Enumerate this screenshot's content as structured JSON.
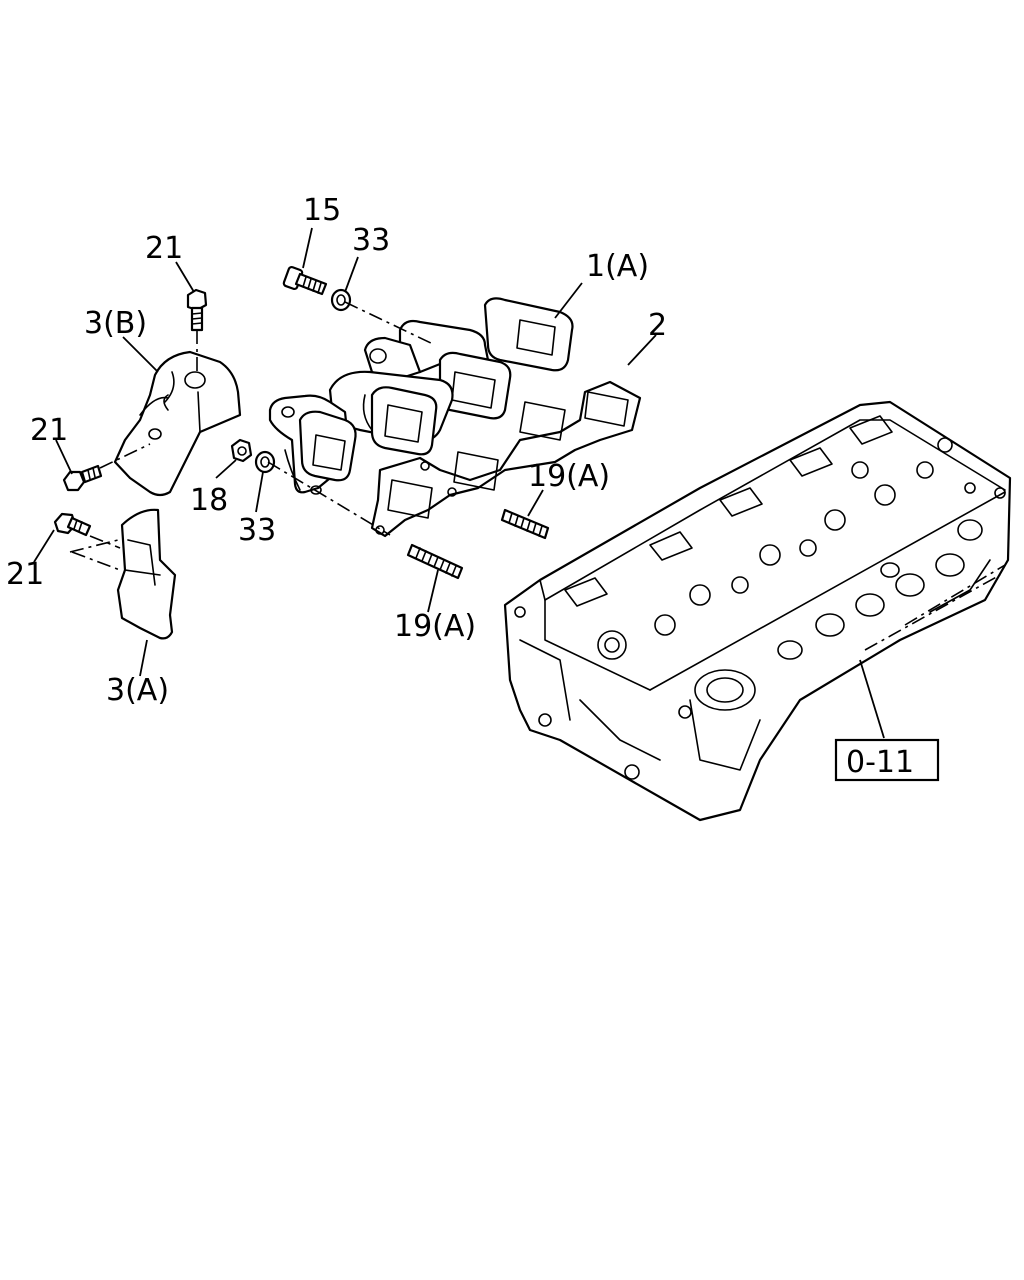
{
  "callouts": {
    "c15": "15",
    "c33_top": "33",
    "c21_top": "21",
    "c1a": "1(A)",
    "c2": "2",
    "c3b": "3(B)",
    "c21_mid": "21",
    "c18": "18",
    "c33_mid": "33",
    "c19a_right": "19(A)",
    "c21_low": "21",
    "c19a_low": "19(A)",
    "c3a": "3(A)"
  },
  "reference": {
    "label": "0-11"
  }
}
